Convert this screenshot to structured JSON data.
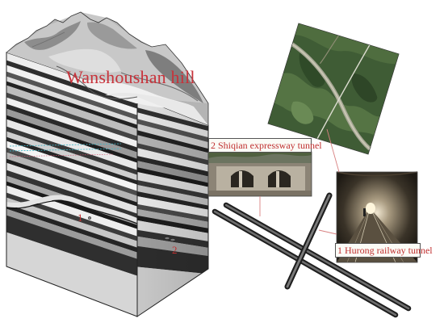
{
  "hill_label": "Wanshoushan hill",
  "tunnel2_label": "2 Shiqian expressway tunnel",
  "tunnel1_label": "1 Hurong railway tunnel",
  "marker_1": "1",
  "marker_2": "2",
  "colors": {
    "label_red": "#c8323a",
    "leader_line": "#d88080",
    "strata_dark": "#3a3a3a",
    "strata_light": "#e6e6e6",
    "satellite_green": "#3f5c35",
    "tunnel_tube": "#4a4a4a"
  }
}
